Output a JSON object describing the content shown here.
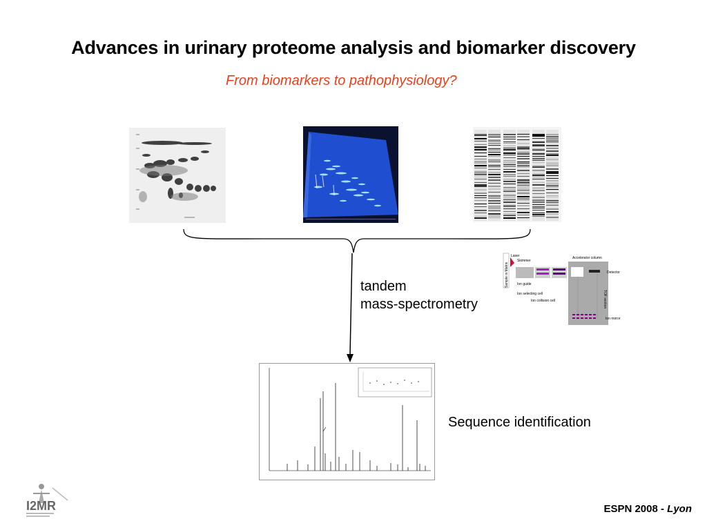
{
  "slide": {
    "title": "Advances in urinary proteome analysis and biomarker discovery",
    "subtitle": "From biomarkers to pathophysiology?",
    "tandem_label_line1": "tandem",
    "tandem_label_line2": "mass-spectrometry",
    "sequence_label": "Sequence identification",
    "footer_main": "ESPN 2008 - ",
    "footer_italic": "Lyon",
    "subtitle_color": "#e8401c"
  },
  "tof_diagram": {
    "labels": {
      "laser": "Laser",
      "skimmer": "Skimmer",
      "sample": "Sample in Matrix",
      "accelerator": "Accelerator column",
      "detector": "Detector",
      "ion_guide": "Ion guide",
      "ion_selecting": "Ion selecting cell",
      "ion_collision": "Ion collision cell",
      "tof_section": "TOF section",
      "ion_mirror": "Ion mirror"
    }
  },
  "logo": {
    "text": "I2MR"
  }
}
